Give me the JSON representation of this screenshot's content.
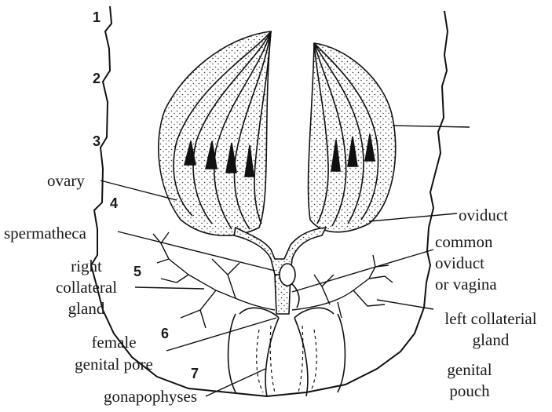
{
  "segment_numbers": [
    "1",
    "2",
    "3",
    "4",
    "5",
    "6",
    "7"
  ],
  "labels": {
    "ovary": "ovary",
    "oviduct": "oviduct",
    "spermatheca": "spermatheca",
    "common_oviduct": [
      "common",
      "oviduct",
      "or vagina"
    ],
    "right_collateral_gland": [
      "right",
      "collateral",
      "gland"
    ],
    "left_collateral_gland": [
      "left collaterial",
      "gland"
    ],
    "female_genital_pore": [
      "female",
      "genital pore"
    ],
    "genital_pouch": [
      "genital",
      "pouch"
    ],
    "gonapophyses": "gonapophyses"
  }
}
